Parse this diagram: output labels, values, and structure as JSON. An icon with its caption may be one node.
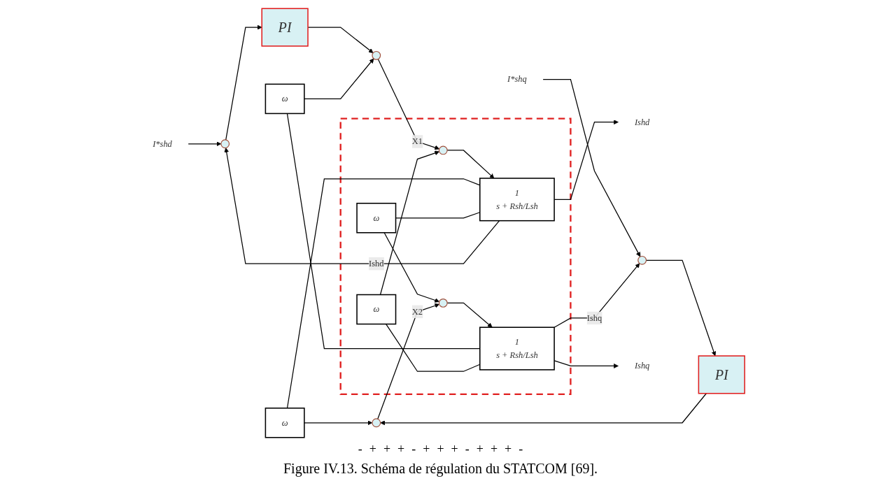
{
  "diagram": {
    "caption": "Figure IV.13. Schéma de régulation du STATCOM [69].",
    "nodes": [
      {
        "text": [
          "I*shd"
        ]
      },
      {
        "text": [],
        "shape": "circle"
      },
      {
        "text": [
          "PI"
        ]
      },
      {
        "text": [
          "ω"
        ]
      },
      {
        "text": [],
        "shape": "circle"
      },
      {
        "text": [],
        "shape": "box"
      },
      {
        "text": [],
        "shape": "circle",
        "in": 5
      },
      {
        "text": [
          "1",
          "s + Rsh/Lsh"
        ],
        "in": 5
      },
      {
        "text": [
          "Ishd"
        ]
      },
      {
        "text": [
          "ω"
        ],
        "in": 5
      },
      {
        "text": [
          "ω"
        ],
        "in": 5
      },
      {
        "text": [
          "I*shq"
        ]
      },
      {
        "text": [],
        "shape": "circle"
      },
      {
        "text": [
          "PI"
        ]
      },
      {
        "text": [],
        "shape": "circle"
      },
      {
        "text": [
          "ω"
        ]
      },
      {
        "text": [],
        "shape": "circle",
        "in": 5
      },
      {
        "text": [
          "1",
          "s + Rsh/Lsh"
        ],
        "in": 5
      },
      {
        "text": [
          "Ishq"
        ]
      }
    ],
    "edges": [
      {
        "from": 0,
        "to": 1,
        "arrow": "to"
      },
      {
        "from": 1,
        "to": 2,
        "arrow": "to"
      },
      {
        "from": 2,
        "to": 4,
        "arrow": "to"
      },
      {
        "from": 4,
        "to": 6,
        "arrow": "to",
        "label": "X1"
      },
      {
        "from": 6,
        "to": 7,
        "arrow": "to"
      },
      {
        "from": 7,
        "to": 8,
        "arrow": "to"
      },
      {
        "from": 7,
        "to": 1,
        "arrow": "to",
        "label": "Ishd"
      },
      {
        "from": 7,
        "to": 3,
        "arrow": "none"
      },
      {
        "from": 7,
        "to": 10,
        "arrow": "none"
      },
      {
        "from": 10,
        "to": 16,
        "arrow": "to"
      },
      {
        "from": 3,
        "to": 14,
        "arrow": "to"
      },
      {
        "from": 11,
        "to": 12,
        "arrow": "to"
      },
      {
        "from": 12,
        "to": 13,
        "arrow": "to"
      },
      {
        "from": 13,
        "to": 14,
        "arrow": "to"
      },
      {
        "from": 14,
        "to": 16,
        "arrow": "to",
        "label": "X2"
      },
      {
        "from": 16,
        "to": 17,
        "arrow": "to"
      },
      {
        "from": 17,
        "to": 18,
        "arrow": "to"
      },
      {
        "from": 17,
        "to": 12,
        "arrow": "to",
        "label": "Ishq"
      },
      {
        "from": 17,
        "to": 15,
        "arrow": "none"
      },
      {
        "from": 15,
        "to": 4,
        "arrow": "to"
      },
      {
        "from": 17,
        "to": 9,
        "arrow": "none"
      },
      {
        "from": 9,
        "to": 6,
        "arrow": "to"
      }
    ],
    "labels": [
      "-",
      "+",
      "+",
      "+",
      "-",
      "+",
      "+",
      "+",
      "-",
      "+",
      "+",
      "+",
      "-"
    ]
  }
}
